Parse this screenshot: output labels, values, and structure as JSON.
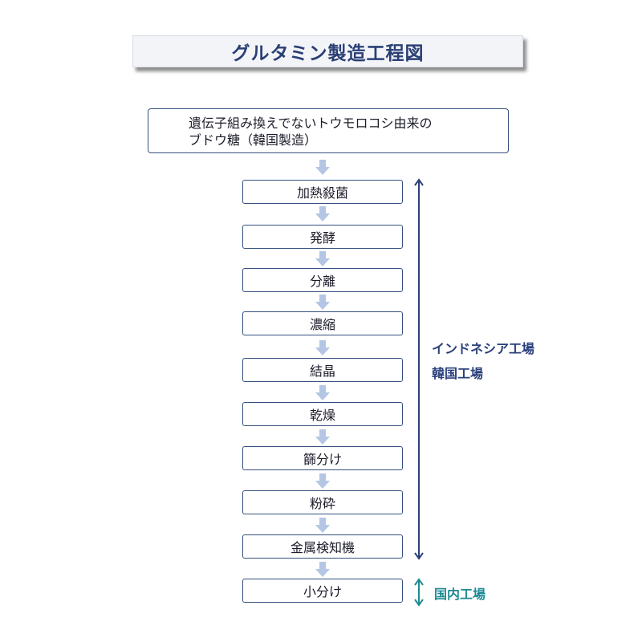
{
  "title": "グルタミン製造工程図",
  "source": {
    "line1": "遺伝子組み換えでないトウモロコシ由来の",
    "line2": "ブドウ糖（韓国製造）"
  },
  "steps": [
    {
      "label": "加熱殺菌"
    },
    {
      "label": "発酵"
    },
    {
      "label": "分離"
    },
    {
      "label": "濃縮"
    },
    {
      "label": "結晶"
    },
    {
      "label": "乾燥"
    },
    {
      "label": "篩分け"
    },
    {
      "label": "粉砕"
    },
    {
      "label": "金属検知機"
    },
    {
      "label": "小分け"
    }
  ],
  "factories": {
    "overseas": {
      "line1": "インドネシア工場",
      "line2": "韓国工場"
    },
    "domestic": {
      "label": "国内工場"
    }
  },
  "colors": {
    "title_text": "#2a3f74",
    "box_border": "#35507f",
    "arrow_fill": "#b4c6e4",
    "overseas": "#2a3f7c",
    "domestic": "#1f8a93"
  }
}
